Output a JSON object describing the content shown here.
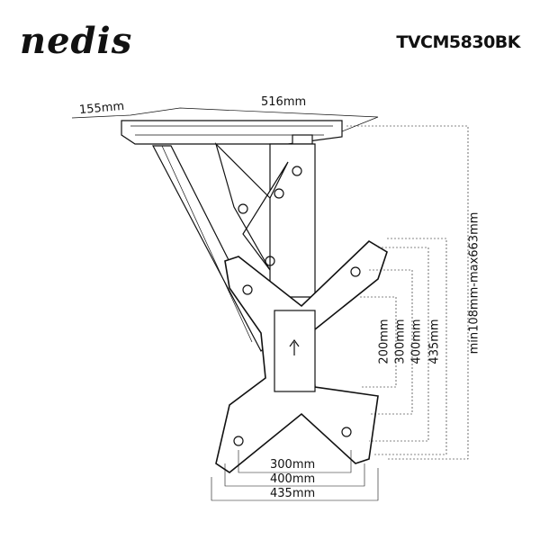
{
  "brand": {
    "logo_text": "nedis"
  },
  "model": "TVCM5830BK",
  "dimensions": {
    "depth": "155mm",
    "width": "516mm",
    "height_range": "min108mm-max663mm",
    "vesa_h": [
      "300mm",
      "400mm",
      "435mm"
    ],
    "vesa_v": [
      "200mm",
      "300mm",
      "400mm",
      "435mm"
    ]
  }
}
